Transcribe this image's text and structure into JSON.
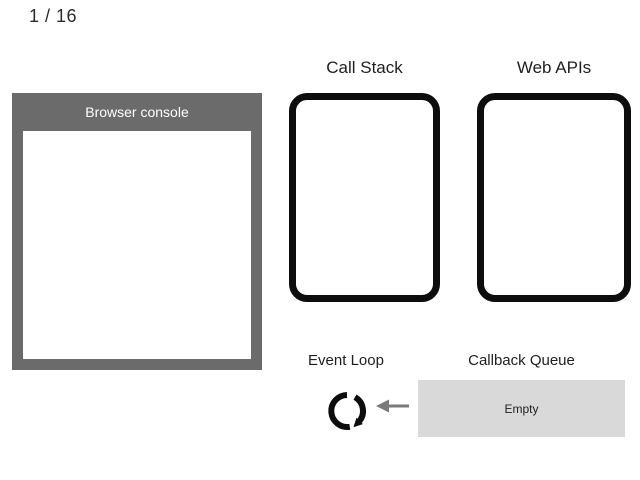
{
  "page": {
    "slide_indicator": "1 / 16"
  },
  "browser_console": {
    "title": "Browser console"
  },
  "call_stack": {
    "label": "Call Stack"
  },
  "web_apis": {
    "label": "Web APIs"
  },
  "event_loop": {
    "label": "Event Loop",
    "icon": "clockwise-loop-arrow-icon"
  },
  "flow": {
    "queue_to_loop_icon": "left-arrow-icon"
  },
  "callback_queue": {
    "label": "Callback Queue",
    "content": "Empty"
  },
  "colors": {
    "background": "#ffffff",
    "console_panel": "#6b6b6b",
    "console_title_text": "#ffffff",
    "frame_border": "#0d0d0d",
    "queue_fill": "#d9d9d9",
    "arrow": "#7a7a7a",
    "label_text": "#1f1f1f"
  }
}
